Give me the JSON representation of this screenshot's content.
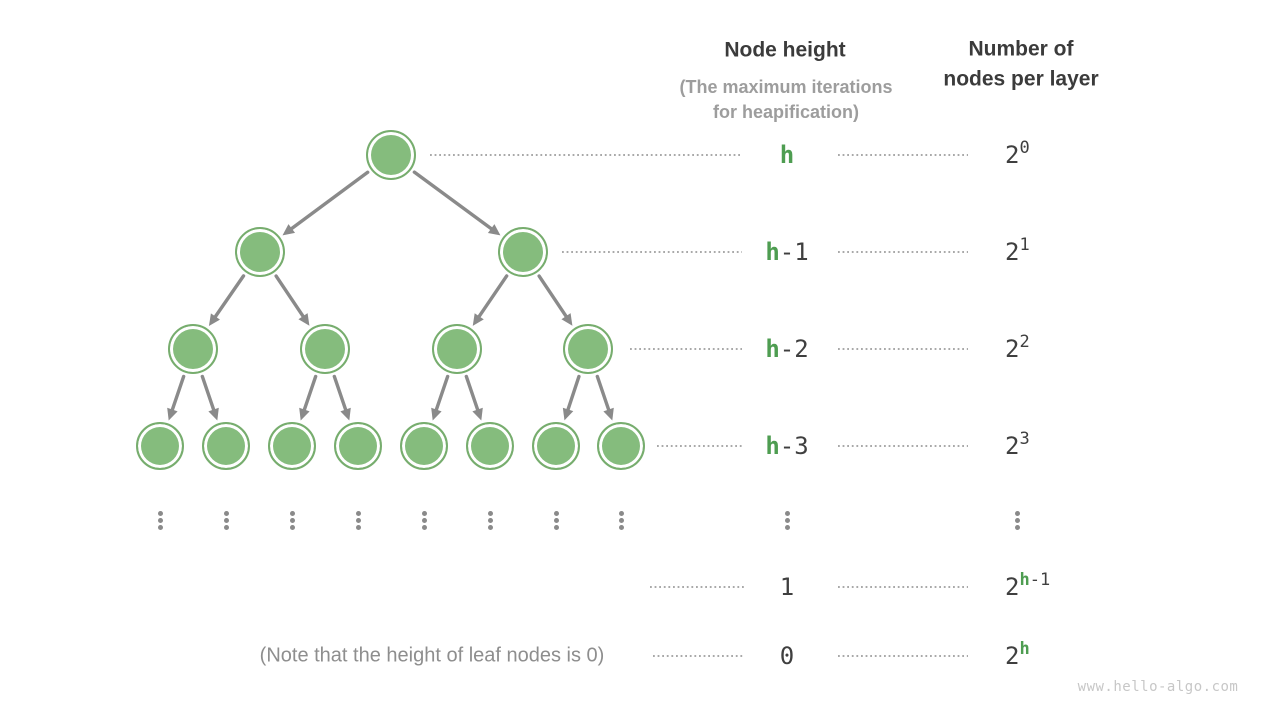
{
  "header": {
    "node_height": {
      "title": "Node height",
      "subtitle_line1": "(The maximum iterations",
      "subtitle_line2": "for heapification)"
    },
    "nodes_per_layer": {
      "line1": "Number of",
      "line2": "nodes per layer"
    }
  },
  "rows": [
    {
      "height": [
        {
          "text": "h",
          "green": true
        }
      ],
      "count": {
        "base": "2",
        "exp": [
          {
            "text": "0",
            "green": false
          }
        ]
      }
    },
    {
      "height": [
        {
          "text": "h",
          "green": true
        },
        {
          "text": "-1",
          "green": false
        }
      ],
      "count": {
        "base": "2",
        "exp": [
          {
            "text": "1",
            "green": false
          }
        ]
      }
    },
    {
      "height": [
        {
          "text": "h",
          "green": true
        },
        {
          "text": "-2",
          "green": false
        }
      ],
      "count": {
        "base": "2",
        "exp": [
          {
            "text": "2",
            "green": false
          }
        ]
      }
    },
    {
      "height": [
        {
          "text": "h",
          "green": true
        },
        {
          "text": "-3",
          "green": false
        }
      ],
      "count": {
        "base": "2",
        "exp": [
          {
            "text": "3",
            "green": false
          }
        ]
      }
    },
    {
      "height": [
        {
          "text": "1",
          "green": false
        }
      ],
      "count": {
        "base": "2",
        "exp": [
          {
            "text": "h",
            "green": true
          },
          {
            "text": "-1",
            "green": false
          }
        ]
      }
    },
    {
      "height": [
        {
          "text": "0",
          "green": false
        }
      ],
      "count": {
        "base": "2",
        "exp": [
          {
            "text": "h",
            "green": true
          }
        ]
      }
    }
  ],
  "tree": {
    "levels": [
      1,
      2,
      4,
      8
    ]
  },
  "note": "(Note that the height of leaf nodes is 0)",
  "watermark": "www.hello-algo.com",
  "colors": {
    "node_fill": "#85bc7d",
    "node_border": "#77ad6e",
    "accent_green": "#4e9d51",
    "arrow_gray": "#8a8a8a",
    "dotted_gray": "#a9a9a9",
    "ellipsis_gray": "#8a8a8a",
    "text_dark": "#3b3b3b",
    "text_gray": "#9d9d9d",
    "watermark_gray": "#c7c7c7"
  }
}
